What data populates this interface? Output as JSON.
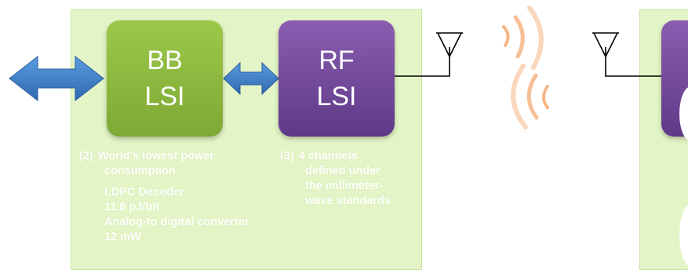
{
  "blocks": {
    "bb": {
      "line1": "BB",
      "line2": "LSI"
    },
    "rf": {
      "line1": "RF",
      "line2": "LSI"
    }
  },
  "notes": {
    "left": {
      "number": "(2)",
      "line1": "World's lowest power",
      "line2": "consumption",
      "line3": "LDPC Decoder",
      "line4": "11.8 pJ/bit",
      "line5": "Analog-to digital converter",
      "line6": "12 mW"
    },
    "right": {
      "number": "(3)",
      "line1": "4 channels",
      "line2": "defined under",
      "line3": "the millimeter-",
      "line4": "wave standards"
    }
  },
  "colors": {
    "panel": "#e3f5c6",
    "bb_block": "#8bb83f",
    "rf_block": "#6f4a98",
    "arrow": "#3f7fc4",
    "waves": "#f4a46a"
  },
  "icons": {
    "antenna": "antenna-icon",
    "signal_waves": "signal-waves-icon",
    "double_arrow": "double-arrow-icon"
  }
}
